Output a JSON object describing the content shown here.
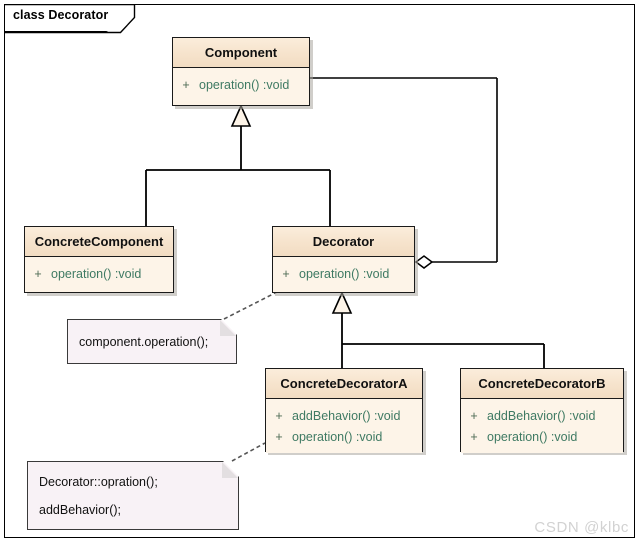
{
  "diagram": {
    "title": "class Decorator",
    "watermark": "CSDN @klbc",
    "colors": {
      "class_header": "#f6e3cc",
      "class_body": "#fdf4e8",
      "note_bg": "#f8f2f6",
      "member_text": "#3f7a63",
      "line": "#000000",
      "watermark": "#d2d2d2"
    }
  },
  "classes": [
    {
      "id": "component",
      "name": "Component",
      "members": [
        {
          "visibility": "+",
          "signature": "operation()  :void"
        }
      ]
    },
    {
      "id": "concrete-component",
      "name": "ConcreteComponent",
      "members": [
        {
          "visibility": "+",
          "signature": "operation()  :void"
        }
      ]
    },
    {
      "id": "decorator",
      "name": "Decorator",
      "members": [
        {
          "visibility": "+",
          "signature": "operation()  :void"
        }
      ]
    },
    {
      "id": "concrete-decorator-a",
      "name": "ConcreteDecoratorA",
      "members": [
        {
          "visibility": "+",
          "signature": "addBehavior()  :void"
        },
        {
          "visibility": "+",
          "signature": "operation()  :void"
        }
      ]
    },
    {
      "id": "concrete-decorator-b",
      "name": "ConcreteDecoratorB",
      "members": [
        {
          "visibility": "+",
          "signature": "addBehavior()  :void"
        },
        {
          "visibility": "+",
          "signature": "operation()  :void"
        }
      ]
    }
  ],
  "notes": [
    {
      "id": "note-decorator-operation",
      "lines": [
        "component.operation();"
      ],
      "attached_to": "decorator"
    },
    {
      "id": "note-concrete-decorator-a-operation",
      "lines": [
        "Decorator::opration();",
        "addBehavior();"
      ],
      "attached_to": "concrete-decorator-a"
    }
  ],
  "relations": [
    {
      "type": "generalization",
      "from": "ConcreteComponent",
      "to": "Component"
    },
    {
      "type": "generalization",
      "from": "Decorator",
      "to": "Component"
    },
    {
      "type": "aggregation",
      "from": "Decorator",
      "to": "Component"
    },
    {
      "type": "generalization",
      "from": "ConcreteDecoratorA",
      "to": "Decorator"
    },
    {
      "type": "generalization",
      "from": "ConcreteDecoratorB",
      "to": "Decorator"
    },
    {
      "type": "dependency",
      "from": "note-decorator-operation",
      "to": "Decorator"
    },
    {
      "type": "dependency",
      "from": "note-concrete-decorator-a-operation",
      "to": "ConcreteDecoratorA"
    }
  ]
}
